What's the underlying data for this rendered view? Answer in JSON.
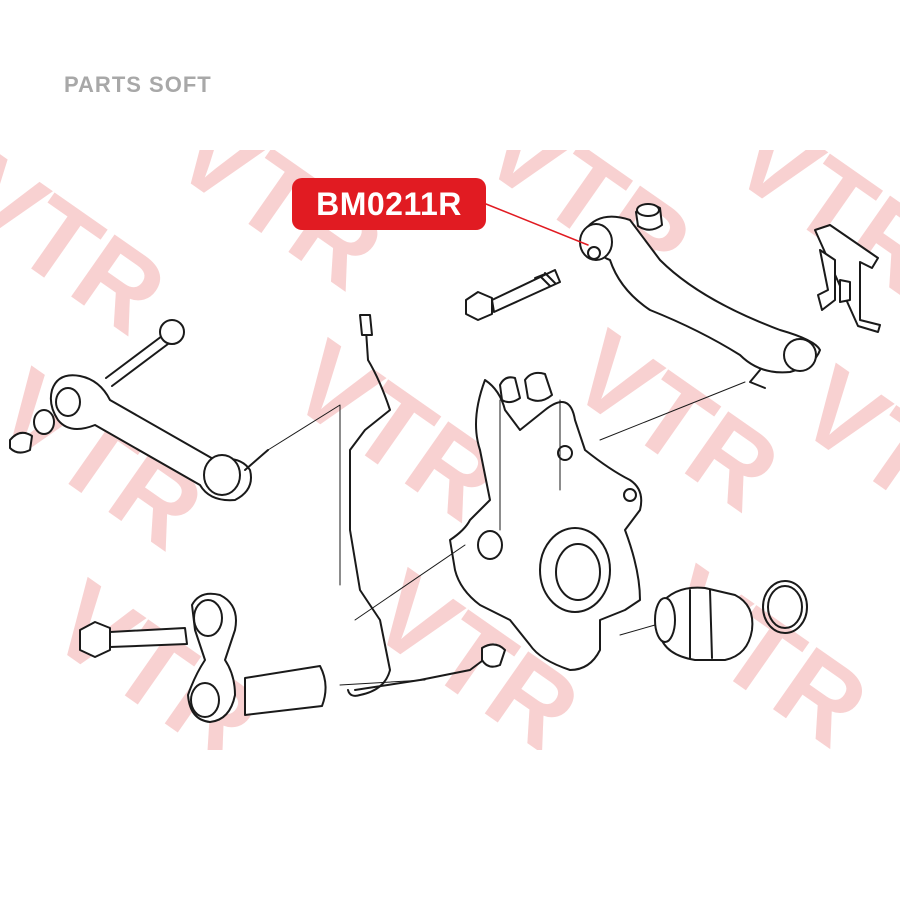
{
  "header": {
    "brand_text": "PARTS SOFT"
  },
  "watermark": {
    "text": "VTR",
    "color": "#f7c9c9"
  },
  "callout": {
    "part_number": "BM0211R",
    "color": "#e11b22"
  },
  "colors": {
    "line": "#1a1a1a",
    "background": "#ffffff"
  }
}
